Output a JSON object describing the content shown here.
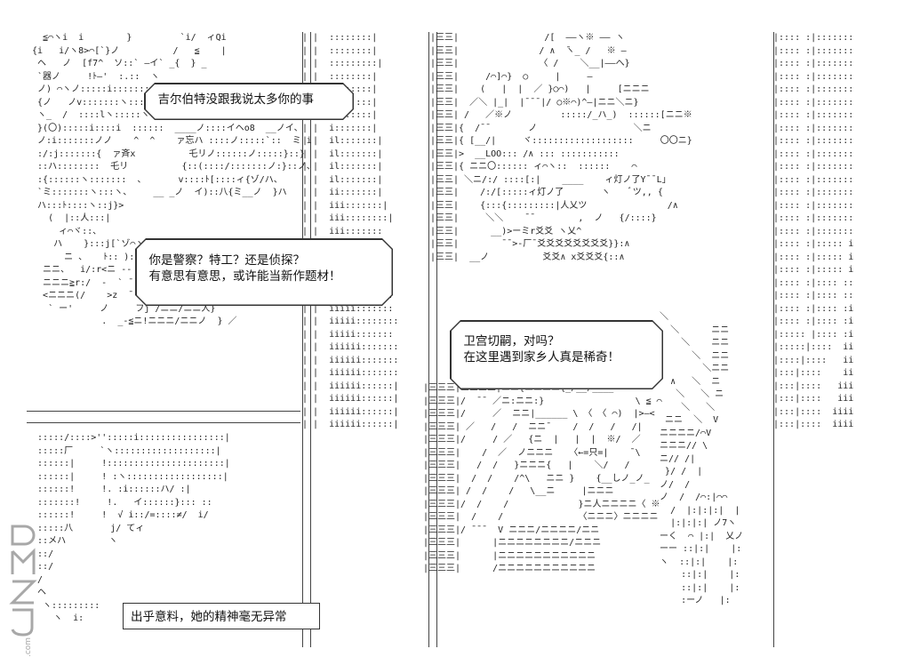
{
  "bubbles": {
    "b1": "吉尔伯特没跟我说太多你的事",
    "b2_line1": "你是警察？特工？还是侦探？",
    "b2_line2": "有意思有意思，或许能当新作题材！",
    "b3_line1": "卫宫切嗣，对吗？",
    "b3_line2": "在这里遇到家乡人真是稀奇！",
    "b4": "出乎意料，她的精神毫无异常"
  },
  "watermark": {
    "text": "DMZJ.com",
    "color": "#9a9a9a"
  },
  "ascii": {
    "left_top": "   ≦⌒ヽi  i        }         `i/  ィQi\n {i   i/ヽ8>⌒[`}ノ          /   ≦    |\n  ヘ   ノ  [f7^  ソ::` ―イ` _{  } _\n  `器ノ     !ﾄ―'  :.::  ヽ\n  ノ) ⌒ヽノ:::::i::::::::⌒!\n  {ノ   ノv:::::::ヽ:::::::::::::\n  ヽ_  /  ::::lヽ:::::ヽ:::::::::..::::::::: Ⅴ  ヽ  }\n  }(〇):::::i::::i  ::::::  ____ノ::::イヘo8  __ノイ、\n  ノ:i:::::::ノノ    ^  ^    ァ忘ハ ::::ノ:::::`::  ミ i\n  :/:j:::::::{  ァ斉x          乇リノ::::::ノ:::::}::}\n  ::ハ::::::::  乇リ          {::(::::/:::::::ノ:}::ノ、\n  :{::::::ヽ:::::::  、      v::::ﾄ[::::ィ{ゾ/ハ、\n  `ミ:::::::ヽ:::ヽ、    __ _ノ  イ)::八{ミ__ノ  }ハ\n  ハ:::ﾄ::::ヽ::j}>\n    (  |::人:::|\n      ィ⌒ヾ::、\n     ハ    }:::j[`ゾ⌒ヽ\n       ニ 、   ﾄ:: ):ニニ{≦}___i___,  z <    (_ゞ\n   ニニ、  i/:r<ニ -- ー<  _ー≠ニニニ\n   ニニニ≧r:/  -  ` ̄ ` ―――y ／ニ:ニ}ニニニニ\n   <ニニニ(/    >z  ̄  ..._>イニ/ニニiア ̄\n    ` ー'     ノ     フj /ニニ/ニニ人}\n              .  _-≦ニ!ニニニ/ニニノ  } ／",
    "left_bottom": "  :::::/::::>'':::::i::::::::::::::::|\n  :::::厂     `ヽ:::::::::::::::::::|\n  ::::::|     !::::::::::::::::::::::|\n  ::::::|     ! :ヽ::::::::::::::::::|\n  ::::::!     !. :i::::::ハ/ :|\n  :::::::!     !.   イ::::::}::: ::\n  ::::::!     !  √ i::/=::::≠/  i/\n  :::::八       j/ てィ\n  ::メハ        ヽ\n  ::/\n  ::/\n  /\n  ヘ\n   ヽ:::::::::\n     ヽ  i:",
    "mid_left_col": "| |  ::::::::|\n| |  ::::::::|\n| |  :::::::::|\n| |  ::::::::|\n| |  ::::::::|\n| |  ::::::::|\n| |  ::::::::|\n| |  i:::::::|\n| |  il:::::::|\n| |  il:::::::|\n| |  il:::::::|\n| |  il:::::::|\n| |  ii:::::::|\n| |  iii:::::::|\n| |  iii::::::::|\n| |  iii:::::::\n| |  iiii:::::::\n| |  iiii:::::::\n| |  iiii:::::::\n| |  iiii:::::::\n| |  iiiii:::::::\n| |  iiiii:::::::\n| |  iiiii::::::::\n| |  iiiii:::::::\n| |  iiiiii:::::::\n| |  iiiiii:::::::\n| |  iiiiii:::::::\n| |  iiiiii::::::|\n| |  iiiiii::::::|\n| |  iiiiii::::::|\n| |  iiiiii::::::|",
    "center_art": "|三三|                /[  ――ヽ※ ―― ヽ\n|三三|               / ∧  ̄ヽ_ /   ※ ―\n|三三|               〈 /    ＼__|――へ}\n|三三|     /⌒]⌒}  ○     |     ―\n|三三|    (   |  |  ／ }○⌒)   |     [ニニニ\n|三三|  ／＼ |_|  |¯¯¯|/ ○※⌒)^―|ニニ＼ニ}\n|三三| /   ／※ノ         :::::/_ハ_)  ::::::[ニニ※\n|三三|{  /¯¯       ノ                  ＼ニ\n|三三|{ [__/|     ヾ:::::::::::::::::::     〇〇ニ}\n|三三|>  __LOO::: /∧ ::: :::::::::::\n|三三|{ ニニ〇:::::: ィ⌒ヽ::  ::::::    ⌒\n|三三| ＼ニ/:/ ::::[:|    ____    ィ灯ノ了Y¯¯L」\n|三三|    /:/[:::::ィ灯ノ了       ヽ    ﾞツ,, {\n|三三|    {:::{:::::::::|人乂ツ               /∧\n|三三|     ＼＼    ¯¯        ,  ノ   {/::::}\n|三三|      __)>ーミr爻爻 ヽ乂^\n|三三|        ¯¯>-厂¯爻爻爻爻爻爻爻爻}}:∧\n|三三|  __ノ          爻爻∧ x爻爻爻{::∧",
    "center_lower": "|三三三|三三三三|ニニ{ニニニニ{_/__/____\n|三三三|/  ̄ ̄  ／ニ:ニニ:}                 \\ ≦ ⌒\n|三三三|/     ／  ニニ|______ \\ 〈 〈 ⌒)  |>―<\n|三三三| ／   /   /  ニニ¯    /  /   /   /|\n|三三三|/     / ／   {ニ  |   |  |  ※/  ／\n|三三三|    /  ／  ノニニニ   〈←=只=|    ̄ \\\n|三三三|   /  /   }ニニニ{   |    ＼/   /\n|三三三|  /  /    /^\\   ニニ }    {__しノ_ノ_\n|三三三| /  /    /   \\__ニ     |ニニニ\n|三三三|/  /    /             }ニ人ニニニニ〈 ※\n|三三三|  /    /              〈ニニニ〉ニニニニ\n|三三三|/ ¯¯¯  V ニニニ/ニニニニ/ニニ\n|三三三|      |ニニニニニニニニ/ニニニ\n|三三三|      |ニニニニニニニニニニニ\n|三三三|      /ニニニニニニニニニニニ",
    "right_col": "|:::: :|:::::::\n|:::: :|:::::::\n|:::: :|:::::::\n|:::: :|:::::::\n|:::: :|:::::::\n|:::: :|:::::::\n|:::: :|:::::::\n|:::: :|:::::::\n|:::: :|:::::::\n|:::: :|:::::::\n|:::: :|:::::::\n|:::: :|:::::::\n|:::: :|:::::::\n|:::: :|:::::::\n|:::: :|:::::::\n|:::: :|:::::::\n|:::: :|::::: i\n|:::: :|::::: i\n|:::: :|::::: i\n|:::: :|:::: ::\n|:::: :|:::: ::\n|:::: :|:::: :i\n|:::: :|:::: :i\n|::::: |:::: :i\n|:::::|::::  ii\n|::::|::::   ii\n|:::|::::    ii\n|:::|::::   iii\n|:::|::::   iii\n|:::|::::  iiii\n|:::|::::  iiii",
    "right_mid": "  ＼\n    ＼      ニニ\n      ＼    ニニ\n        ＼  ニニ\n          ＼ニニ\n    ∧   ＼  ニ\n     ＼   ＼ ニ\n      ＼   ＼\n   ニニ  ＼  V\n  ニニニニ/⌒V\n  ニニニ// \\\n  ニ// /|   \n   }/ /  |\n  ノ/  /\n  ノ  /  /⌒:|⌒⌒\n    /  |:|:|:|  |\n    |:|:|:| ノ7ヽ\n  ーく  ⌒ |:|  乂ノ\n  ーー ::|:|    |:\n  ヽ  ::|:|    |:\n      ::|:|    |:\n      ::|:|    |:\n      :ーノ   |:"
  }
}
